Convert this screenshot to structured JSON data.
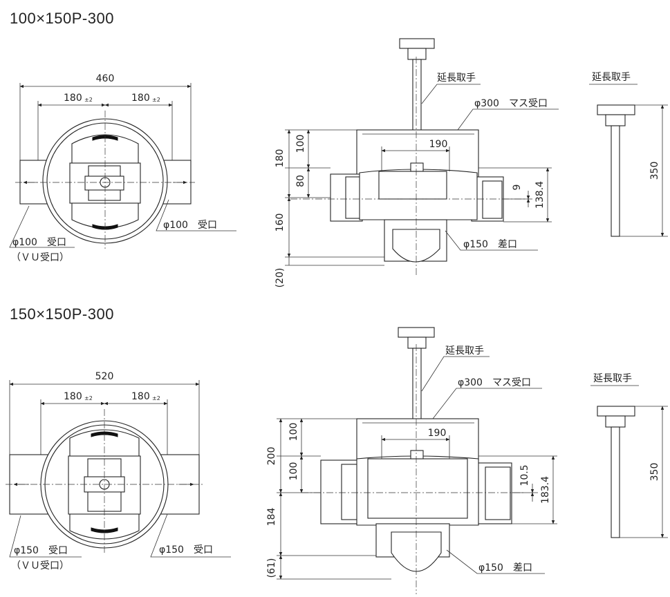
{
  "sections": [
    {
      "title": "100×150P-300",
      "top": {
        "width": "460",
        "half_left": "180",
        "half_right": "180",
        "tolerance": "±2",
        "inlet_right": "φ100　受口",
        "inlet_left": "φ100　受口",
        "inlet_left_note": "（ＶＵ受口）"
      },
      "side": {
        "handle": "延長取手",
        "mouth": "φ300　マス受口",
        "width": "190",
        "h_total": "180",
        "h_upper": "100",
        "h_lower": "80",
        "h_bottom": "160",
        "h_extra": "(20)",
        "offset": "9",
        "height_right": "138.4",
        "outlet": "φ150　差口"
      },
      "handle_view": {
        "label": "延長取手",
        "length": "350"
      }
    },
    {
      "title": "150×150P-300",
      "top": {
        "width": "520",
        "half_left": "180",
        "half_right": "180",
        "tolerance": "±2",
        "inlet_right": "φ150　受口",
        "inlet_left": "φ150　受口",
        "inlet_left_note": "（ＶＵ受口）"
      },
      "side": {
        "handle": "延長取手",
        "mouth": "φ300　マス受口",
        "width": "190",
        "h_total": "200",
        "h_upper": "100",
        "h_lower": "100",
        "h_bottom": "184",
        "h_extra": "(61)",
        "offset": "10.5",
        "height_right": "183.4",
        "outlet": "φ150　差口"
      },
      "handle_view": {
        "label": "延長取手",
        "length": "350"
      }
    }
  ]
}
